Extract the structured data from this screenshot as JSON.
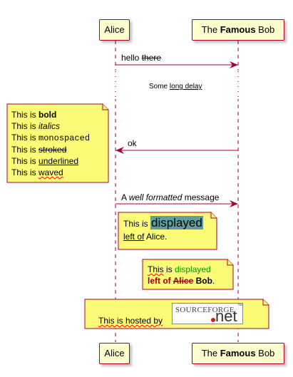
{
  "participants": {
    "alice": {
      "label": "Alice"
    },
    "bob": {
      "pre": "The ",
      "bold": "Famous",
      "post": " Bob"
    }
  },
  "messages": [
    {
      "pre": "hello ",
      "strike": "there"
    },
    {
      "pre": "Some ",
      "underline": "long delay"
    },
    {
      "text": "ok"
    },
    {
      "pre": "A ",
      "italic": "well formatted",
      "post": " message"
    }
  ],
  "note1": {
    "lines": [
      {
        "pre": "This is ",
        "styled": "bold"
      },
      {
        "pre": "This is ",
        "styled": "italics"
      },
      {
        "pre": "This is ",
        "styled": "monospaced"
      },
      {
        "pre": "This is ",
        "styled": "stroked"
      },
      {
        "pre": "This is ",
        "styled": "underlined"
      },
      {
        "pre": "This is ",
        "styled": "waved"
      }
    ]
  },
  "note2": {
    "pre": "This is ",
    "big": "displayed",
    "u": "left of",
    "post": " Alice."
  },
  "note3": {
    "l1_u": "This",
    "l1_mid": " is ",
    "l1_green": "displayed",
    "l2_red": "left of ",
    "l2_strike": "Alice",
    "l2_bold": " Bob",
    "l2_end": "."
  },
  "note4": {
    "text": "This is hosted by",
    "logo_top": "SOURCEFORGE",
    "logo_tm": "™",
    "logo_net": "net"
  },
  "colors": {
    "line": "#A80036",
    "participant_fill": "#FEFECE",
    "note_fill": "#FBFB77",
    "highlight": "#5F9EA0",
    "green": "#009900",
    "red": "#990000"
  }
}
